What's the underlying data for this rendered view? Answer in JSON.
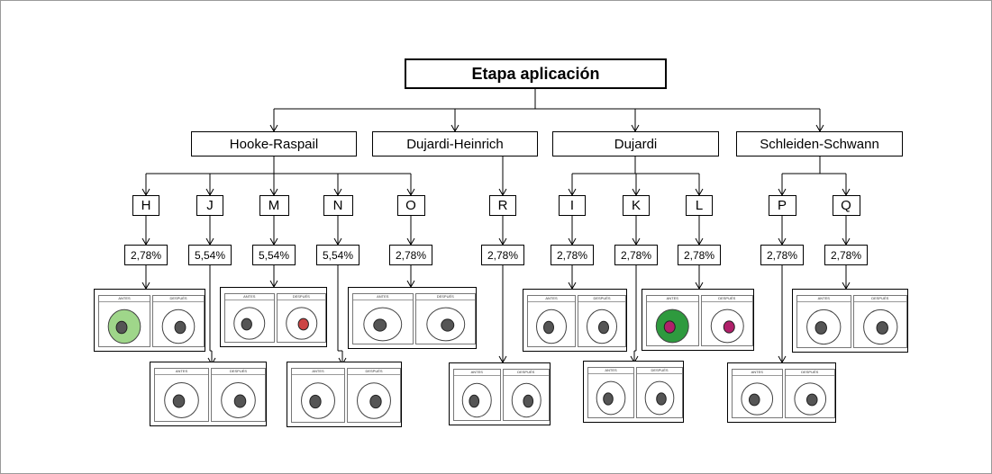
{
  "title": "Etapa aplicación",
  "models": [
    {
      "name": "Hooke-Raspail"
    },
    {
      "name": "Dujardi-Heinrich"
    },
    {
      "name": "Dujardi"
    },
    {
      "name": "Schleiden-Schwann"
    }
  ],
  "students": [
    {
      "code": "H",
      "model": "Hooke-Raspail",
      "pct": "2,78%"
    },
    {
      "code": "J",
      "model": "Hooke-Raspail",
      "pct": "5,54%"
    },
    {
      "code": "M",
      "model": "Hooke-Raspail",
      "pct": "5,54%"
    },
    {
      "code": "N",
      "model": "Hooke-Raspail",
      "pct": "5,54%"
    },
    {
      "code": "O",
      "model": "Hooke-Raspail",
      "pct": "2,78%"
    },
    {
      "code": "R",
      "model": "Dujardi-Heinrich",
      "pct": "2,78%"
    },
    {
      "code": "I",
      "model": "Dujardi",
      "pct": "2,78%"
    },
    {
      "code": "K",
      "model": "Dujardi",
      "pct": "2,78%"
    },
    {
      "code": "L",
      "model": "Dujardi",
      "pct": "2,78%"
    },
    {
      "code": "P",
      "model": "Schleiden-Schwann",
      "pct": "2,78%"
    },
    {
      "code": "Q",
      "model": "Schleiden-Schwann",
      "pct": "2,78%"
    }
  ],
  "drawing_panels": {
    "before": "ANTES",
    "after": "DESPUÉS"
  },
  "colors": {
    "border": "#000000",
    "frame": "#9a9a9a"
  }
}
